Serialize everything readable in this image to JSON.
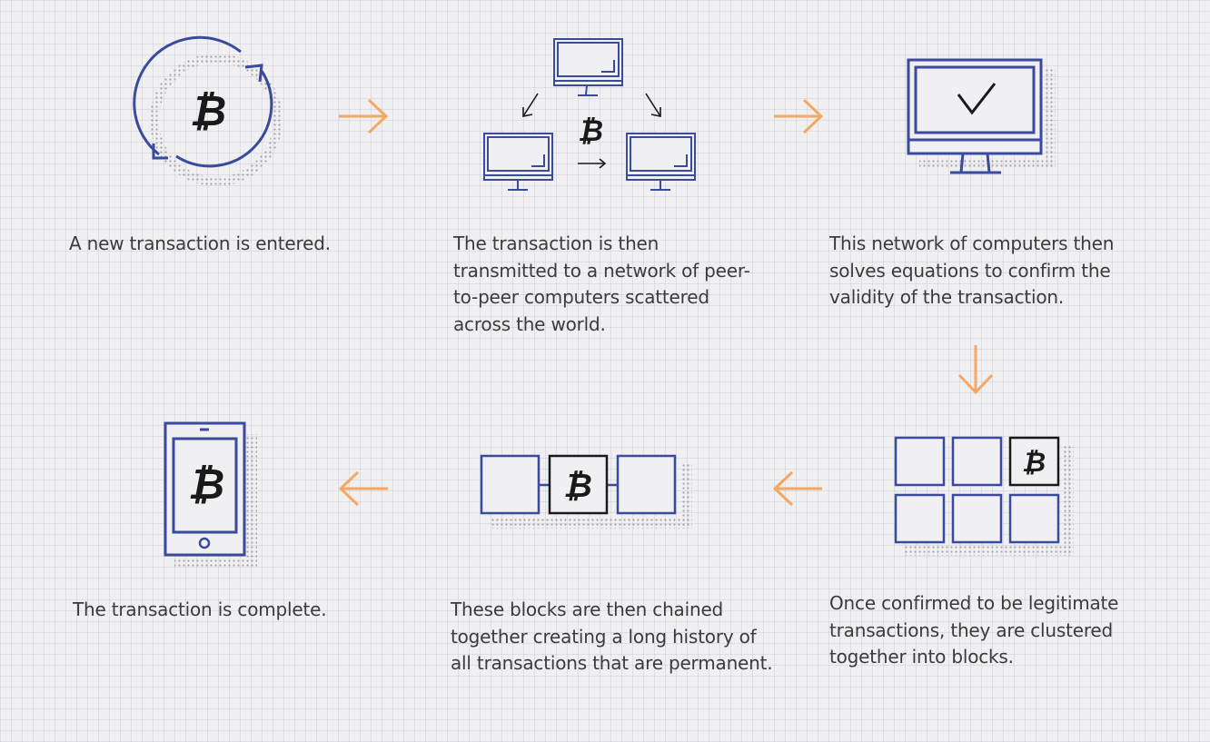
{
  "colors": {
    "icon_stroke": "#3a4a9c",
    "arrow": "#f5a862",
    "dark": "#1a1a1a",
    "shadow_dots": "#a3a3a3"
  },
  "symbols": {
    "bitcoin": "₿",
    "small_arrow_down_left": "↙",
    "small_arrow_down_right": "↘",
    "small_arrow_right": "→"
  },
  "steps": [
    {
      "id": 1,
      "icon": "bitcoin-cycle-icon",
      "caption": "A new transaction is entered."
    },
    {
      "id": 2,
      "icon": "peer-network-icon",
      "caption": "The transaction is then transmitted to a network of peer-to-peer computers scattered across the world."
    },
    {
      "id": 3,
      "icon": "monitor-checkmark-icon",
      "caption": "This network of computers then solves equations to confirm the validity of the transaction."
    },
    {
      "id": 4,
      "icon": "block-grid-icon",
      "caption": "Once confirmed to be legitimate transactions, they are clustered together into blocks."
    },
    {
      "id": 5,
      "icon": "block-chain-icon",
      "caption": "These blocks are then chained together creating a long history of all transactions that are permanent."
    },
    {
      "id": 6,
      "icon": "phone-bitcoin-icon",
      "caption": "The transaction is complete."
    }
  ]
}
